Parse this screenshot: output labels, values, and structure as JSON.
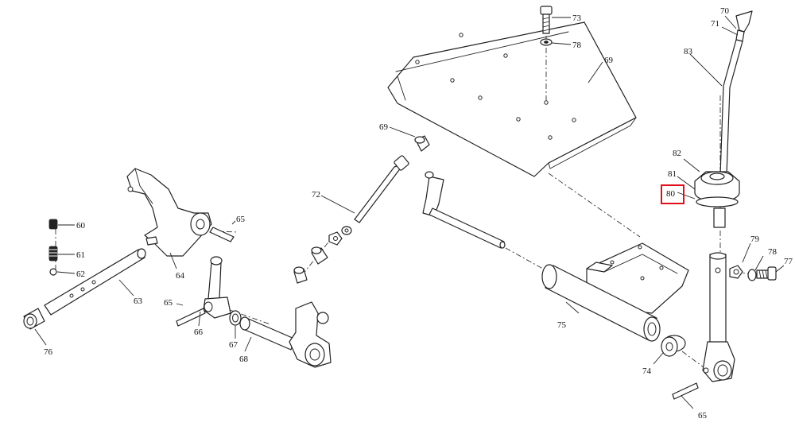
{
  "highlight_color": "#e0101a",
  "highlighted_label": "80",
  "labels": {
    "l60": "60",
    "l61": "61",
    "l62": "62",
    "l63": "63",
    "l64": "64",
    "l65a": "65",
    "l65b": "65",
    "l65c": "65",
    "l66": "66",
    "l67": "67",
    "l68": "68",
    "l69a": "69",
    "l69b": "69",
    "l70": "70",
    "l71": "71",
    "l72": "72",
    "l73": "73",
    "l74": "74",
    "l75": "75",
    "l76": "76",
    "l77": "77",
    "l78a": "78",
    "l78b": "78",
    "l79": "79",
    "l80": "80",
    "l81": "81",
    "l82": "82",
    "l83": "83"
  }
}
